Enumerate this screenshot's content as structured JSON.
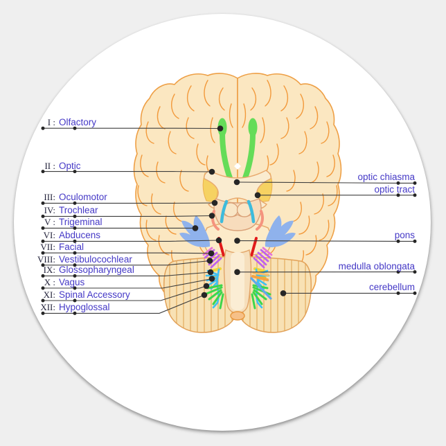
{
  "sticker": {
    "shape": "circle",
    "background_color": "#efefef",
    "sticker_color": "#ffffff"
  },
  "diagram": {
    "subject": "inferior view of human brain with cranial nerves",
    "left_labels": [
      {
        "numeral": "I :",
        "name": "Olfactory"
      },
      {
        "numeral": "II :",
        "name": "Optic"
      },
      {
        "numeral": "III:",
        "name": "Oculomotor"
      },
      {
        "numeral": "IV:",
        "name": "Trochlear"
      },
      {
        "numeral": "V :",
        "name": "Trigeminal"
      },
      {
        "numeral": "VI:",
        "name": "Abducens"
      },
      {
        "numeral": "VII:",
        "name": "Facial"
      },
      {
        "numeral": "VIII:",
        "name": "Vestibulocochlear"
      },
      {
        "numeral": "IX:",
        "name": "Glossopharyngeal"
      },
      {
        "numeral": "X :",
        "name": "Vagus"
      },
      {
        "numeral": "XI:",
        "name": "Spinal Accessory"
      },
      {
        "numeral": "XII:",
        "name": "Hypoglossal"
      }
    ],
    "right_labels": [
      "optic chiasma",
      "optic tract",
      "pons",
      "medulla oblongata",
      "cerebellum"
    ],
    "label_text_color": "#4438C6",
    "numeral_text_color": "#23233B",
    "leader_line_color": "#3C3C3C",
    "colors": {
      "cerebrum_fill": "#FBE7C1",
      "outline_orange": "#EE9F45",
      "sulci_orange": "#F2993B",
      "cerebellum_fill": "#F8E1B4",
      "olfactory_green": "#65DC58",
      "trochlear_cyan": "#3EBBDC",
      "oculomotor_salmon": "#F5937E",
      "trigeminal_blue": "#8FB2EC",
      "abducens_red": "#E11A1A",
      "vestibulocochlear_purple": "#BE62EE",
      "glossopharyngeal_yellow": "#EFD73A",
      "vagus_cyan": "#3FC0F2",
      "accessory_green": "#3ED64B",
      "hypoglossal_orange": "#F5A343"
    }
  }
}
